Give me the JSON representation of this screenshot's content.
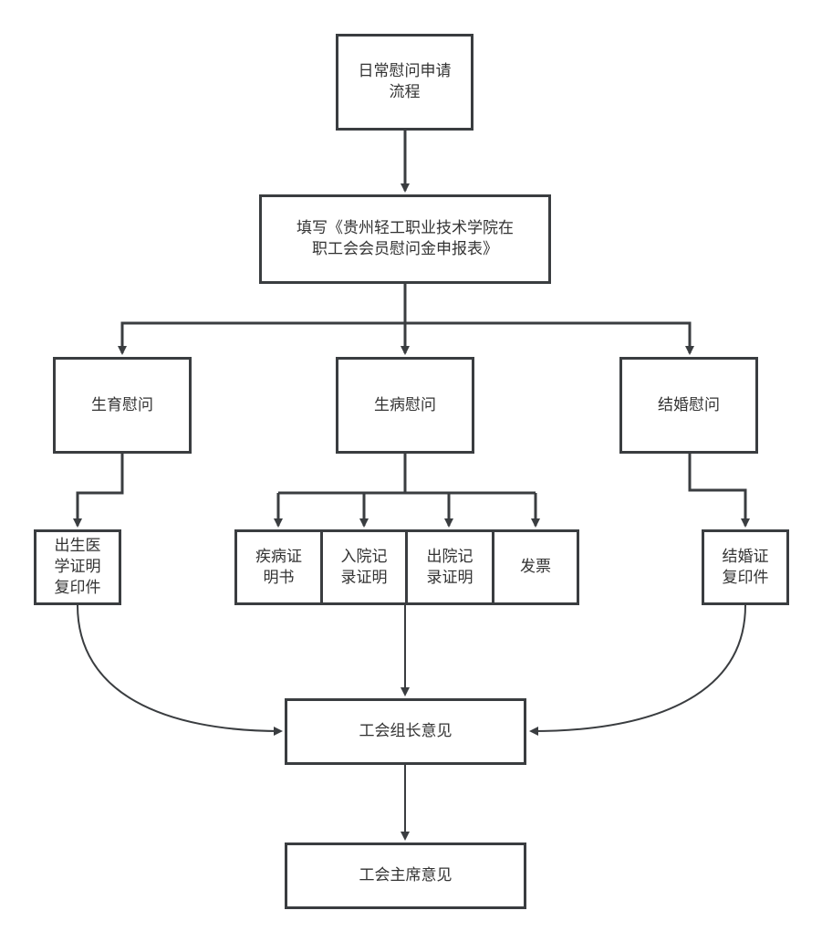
{
  "diagram": {
    "title": "日常慰问申请流程",
    "nodes": {
      "start": {
        "lines": [
          "日常慰问申请",
          "流程"
        ]
      },
      "form": {
        "lines": [
          "填写《贵州轻工职业技术学院在",
          "职工会会员慰问金申报表》"
        ]
      },
      "birth": {
        "lines": [
          "生育慰问"
        ]
      },
      "illness": {
        "lines": [
          "生病慰问"
        ]
      },
      "marriage": {
        "lines": [
          "结婚慰问"
        ]
      },
      "birth_doc": {
        "lines": [
          "出生医",
          "学证明",
          "复印件"
        ]
      },
      "illness_doc1": {
        "lines": [
          "疾病证",
          "明书"
        ]
      },
      "illness_doc2": {
        "lines": [
          "入院记",
          "录证明"
        ]
      },
      "illness_doc3": {
        "lines": [
          "出院记",
          "录证明"
        ]
      },
      "illness_doc4": {
        "lines": [
          "发票"
        ]
      },
      "marriage_doc": {
        "lines": [
          "结婚证",
          "复印件"
        ]
      },
      "leader": {
        "lines": [
          "工会组长意见"
        ]
      },
      "chairman": {
        "lines": [
          "工会主席意见"
        ]
      }
    },
    "edges": [
      [
        "start",
        "form"
      ],
      [
        "form",
        "birth"
      ],
      [
        "form",
        "illness"
      ],
      [
        "form",
        "marriage"
      ],
      [
        "birth",
        "birth_doc"
      ],
      [
        "illness",
        "illness_doc1"
      ],
      [
        "illness",
        "illness_doc2"
      ],
      [
        "illness",
        "illness_doc3"
      ],
      [
        "illness",
        "illness_doc4"
      ],
      [
        "marriage",
        "marriage_doc"
      ],
      [
        "birth_doc",
        "leader"
      ],
      [
        "illness_doc3",
        "leader"
      ],
      [
        "marriage_doc",
        "leader"
      ],
      [
        "leader",
        "chairman"
      ]
    ],
    "colors": {
      "stroke": "#3a3d40",
      "text": "#333333",
      "background": "#ffffff"
    }
  }
}
